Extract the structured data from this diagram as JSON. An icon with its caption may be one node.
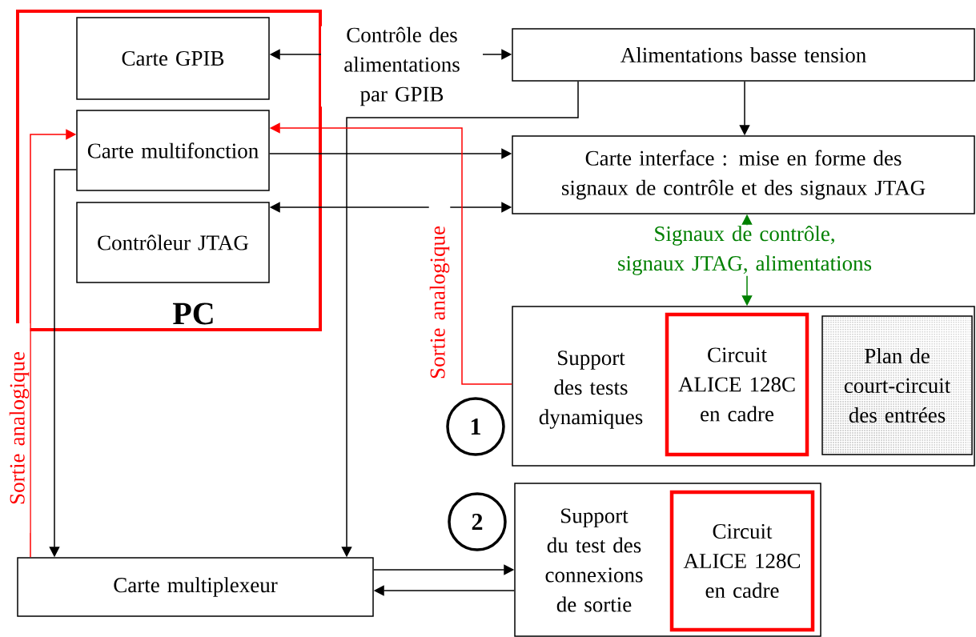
{
  "diagram": {
    "nodes": [
      {
        "text": [
          "PC"
        ]
      },
      {
        "text": [
          "Carte GPIB"
        ],
        "in": 0
      },
      {
        "text": [
          "Carte multifonction"
        ],
        "in": 0
      },
      {
        "text": [
          "Contrôleur JTAG"
        ],
        "in": 0
      },
      {
        "text": [
          "Alimentations basse tension"
        ]
      },
      {
        "text": [
          "Carte interface : mise en forme des signaux de contrôle et des signaux JTAG"
        ]
      },
      {
        "text": [
          "Support des tests dynamiques"
        ]
      },
      {
        "text": [
          "Circuit ALICE 128C en cadre"
        ],
        "in": 6
      },
      {
        "text": [
          "Plan de court-circuit des entrées"
        ],
        "in": 6
      },
      {
        "text": [
          "1"
        ]
      },
      {
        "text": [
          "2"
        ]
      },
      {
        "text": [
          "Support du test des connexions de sortie"
        ]
      },
      {
        "text": [
          "Circuit ALICE 128C en cadre"
        ],
        "in": 11
      },
      {
        "text": [
          "Carte multiplexeur"
        ]
      }
    ],
    "edges": [
      {
        "from": 1,
        "to": 4,
        "arrow": "both",
        "label": "Contrôle des alimentations par GPIB"
      },
      {
        "from": 4,
        "to": 5,
        "arrow": "to"
      },
      {
        "from": 4,
        "to": 13,
        "arrow": "to"
      },
      {
        "from": 2,
        "to": 5,
        "arrow": "to"
      },
      {
        "from": 3,
        "to": 5,
        "arrow": "both"
      },
      {
        "from": 5,
        "to": 6,
        "arrow": "both",
        "color": "#008000",
        "label": "Signaux de contrôle, signaux JTAG, alimentations"
      },
      {
        "from": 6,
        "to": 2,
        "arrow": "to",
        "color": "#ff0000",
        "label": "Sortie analogique"
      },
      {
        "from": 13,
        "to": 2,
        "arrow": "to",
        "color": "#ff0000",
        "label": "Sortie analogique"
      },
      {
        "from": 2,
        "to": 13,
        "arrow": "to"
      },
      {
        "from": 13,
        "to": 11,
        "arrow": "to"
      },
      {
        "from": 11,
        "to": 13,
        "arrow": "to"
      }
    ]
  }
}
